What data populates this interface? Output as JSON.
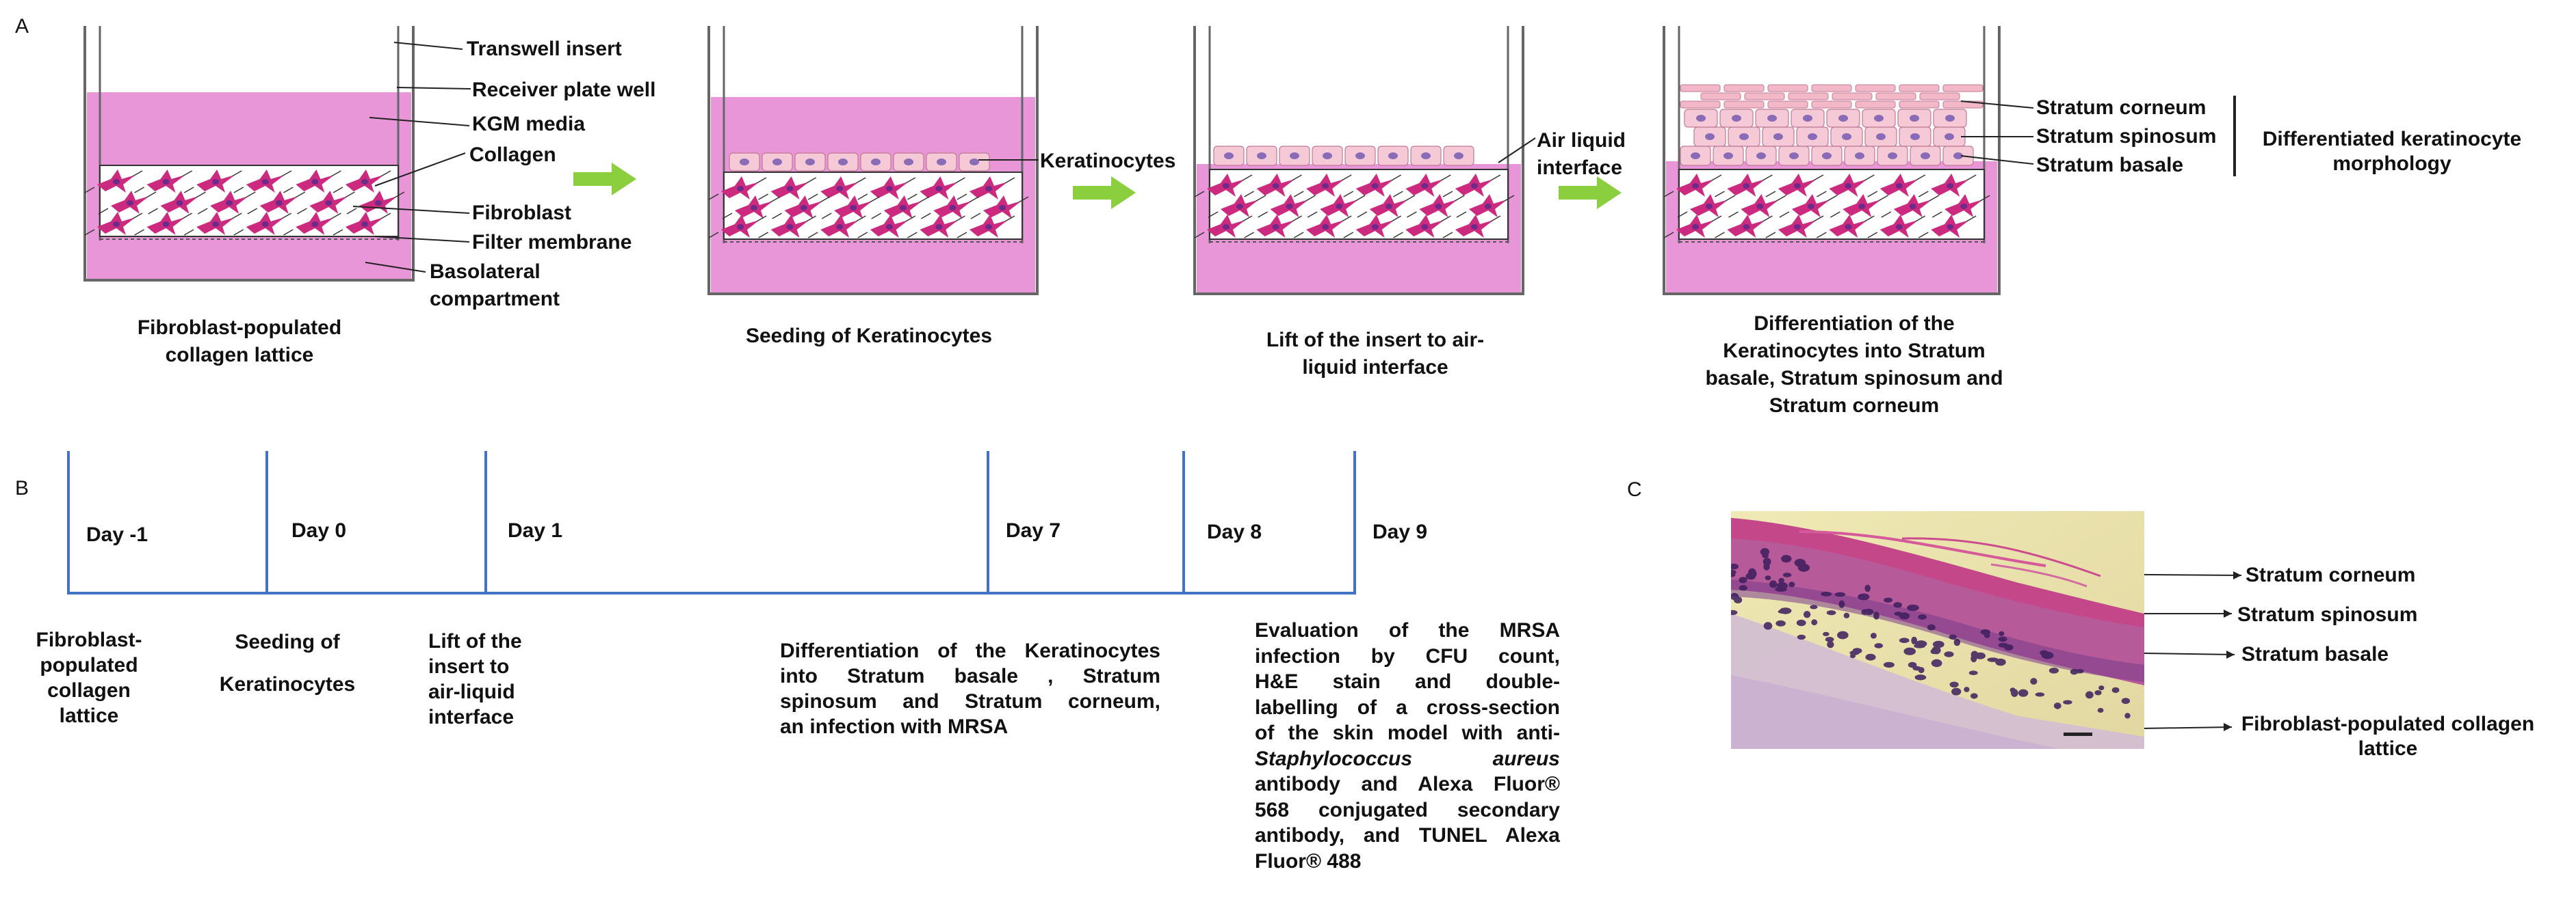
{
  "panels": {
    "a": "A",
    "b": "B",
    "c": "C"
  },
  "panel_a": {
    "step1": {
      "labels": {
        "transwell": "Transwell insert",
        "receiver": "Receiver plate well",
        "kgm": "KGM media",
        "collagen": "Collagen",
        "fibroblast": "Fibroblast",
        "filter": "Filter membrane",
        "basolateral_1": "Basolateral",
        "basolateral_2": "compartment"
      },
      "caption": [
        "Fibroblast-populated",
        "collagen lattice"
      ]
    },
    "step2": {
      "labels": {
        "keratinocytes": "Keratinocytes"
      },
      "caption": [
        "Seeding of Keratinocytes"
      ]
    },
    "step3": {
      "labels": {
        "air_liquid_1": "Air liquid",
        "air_liquid_2": "interface"
      },
      "caption": [
        "Lift of the insert to air-",
        "liquid interface"
      ]
    },
    "step4": {
      "labels": {
        "corneum": "Stratum corneum",
        "spinosum": "Stratum spinosum",
        "basale": "Stratum basale",
        "morph_1": "Differentiated keratinocyte",
        "morph_2": "morphology"
      },
      "caption": [
        "Differentiation of the",
        "Keratinocytes into Stratum",
        "basale, Stratum spinosum and",
        "Stratum corneum"
      ]
    },
    "colors": {
      "media": "#e896d8",
      "fibroblast": "#cc2a7e",
      "keratinocyte": "#f5c9d6",
      "nucleus": "#8a6bb8",
      "arrow": "#8bcf3f"
    }
  },
  "timeline": {
    "days": [
      "Day -1",
      "Day 0",
      "Day 1",
      "Day 7",
      "Day 8",
      "Day 9"
    ],
    "d1": [
      "Fibroblast-",
      "populated",
      "collagen",
      "lattice"
    ],
    "d2": [
      "Seeding of",
      "Keratinocytes"
    ],
    "d3": [
      "Lift of the",
      "insert to",
      "air-liquid",
      "interface"
    ],
    "d4": [
      "Differentiation of the Keratinocytes",
      "into Stratum basale , Stratum",
      "spinosum and Stratum corneum,",
      "an infection with MRSA"
    ],
    "d5": [
      "Evaluation of the MRSA",
      "infection by CFU count,",
      "H&E stain and double-",
      "labelling of a cross-section",
      "of the skin model with anti-",
      "Staphylococcus aureus",
      "antibody and Alexa Fluor®",
      "568 conjugated secondary",
      "antibody, and TUNEL Alexa",
      "Fluor® 488"
    ],
    "line_color": "#4472c4"
  },
  "panel_c": {
    "labels": {
      "corneum": "Stratum corneum",
      "spinosum": "Stratum spinosum",
      "basale": "Stratum basale",
      "lattice_1": "Fibroblast-populated collagen",
      "lattice_2": "lattice"
    }
  }
}
